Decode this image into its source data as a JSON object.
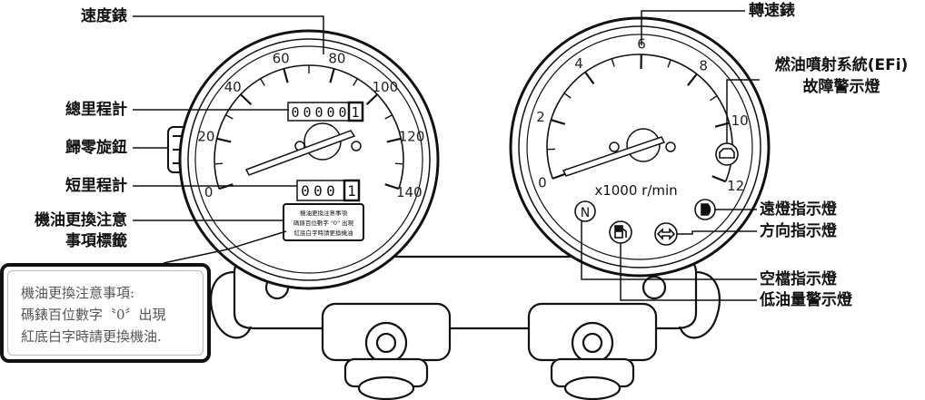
{
  "callouts": {
    "speedometer": "速度錶",
    "odometer": "總里程計",
    "reset_knob": "歸零旋鈕",
    "trip_meter": "短里程計",
    "oil_label_l1": "機油更換注意",
    "oil_label_l2": "事項標籤",
    "tachometer": "轉速錶",
    "efi_l1": "燃油噴射系統(EFi)",
    "efi_l2": "故障警示燈",
    "high_beam": "遠燈指示燈",
    "turn_signal": "方向指示燈",
    "neutral": "空檔指示燈",
    "low_fuel": "低油量警示燈"
  },
  "speedometer": {
    "scale_labels": [
      "0",
      "20",
      "40",
      "60",
      "80",
      "100",
      "120",
      "140"
    ],
    "odometer_digits": [
      "0",
      "0",
      "0",
      "0",
      "0",
      "1"
    ],
    "trip_digits": [
      "0",
      "0",
      "0",
      "1"
    ],
    "sticker_lines": [
      "機油更換注意事項",
      "碼錶百位數字 \"0\" 出現",
      "紅底白字時請更換機油"
    ]
  },
  "tachometer": {
    "scale_labels": [
      "0",
      "2",
      "4",
      "6",
      "8",
      "10",
      "12"
    ],
    "unit": "x1000 r/min",
    "neutral_symbol": "N"
  },
  "note_box": {
    "lines": [
      "機油更換注意事項:",
      "碼錶百位數字〝0〞出現",
      "紅底白字時請更換機油."
    ]
  },
  "colors": {
    "ink": "#111111",
    "note_text": "#555555"
  }
}
